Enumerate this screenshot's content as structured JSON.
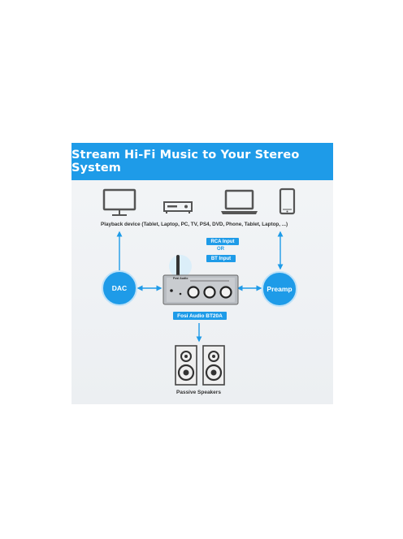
{
  "banner": {
    "title": "Stream Hi-Fi Music to Your Stereo System"
  },
  "playback": {
    "label": "Playback device (Tablet, Laptop, PC, TV, PS4, DVD, Phone, Tablet, Laptop, ...)"
  },
  "inputs": {
    "rca": "RCA Input",
    "or": "OR",
    "bt": "BT Input"
  },
  "nodes": {
    "dac": "DAC",
    "preamp": "Preamp"
  },
  "amp": {
    "label": "Fosi Audio BT20A",
    "brand": "Fosi Audio"
  },
  "speakers": {
    "label": "Passive Speakers"
  },
  "colors": {
    "accent": "#1e9be8",
    "card": "#eef1f4",
    "device": "#555555"
  },
  "icons": [
    "monitor-icon",
    "dvd-player-icon",
    "laptop-icon",
    "phone-icon",
    "amplifier-icon",
    "speaker-icon"
  ]
}
